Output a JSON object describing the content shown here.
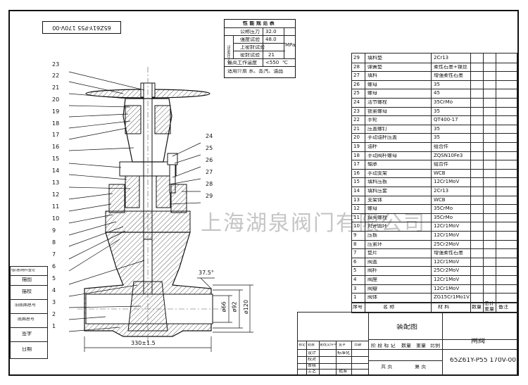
{
  "drawing_code_rotated": "65Z61Y-P55 170V-00",
  "perf_table": {
    "title": "性 能 规 范 表",
    "rows": [
      {
        "label": "公称压力",
        "value": "32.0"
      },
      {
        "label": "强度试验",
        "value": "48.0"
      },
      {
        "label": "上密封试验",
        "value": ""
      },
      {
        "label": "密封试验",
        "value": "21"
      },
      {
        "label": "最高工作温度",
        "value": "<550",
        "unit": "℃"
      }
    ],
    "group_label": "试验压力",
    "pressure_unit": "MPa",
    "media": "适用介质  水、蒸汽、油品"
  },
  "callouts_left": [
    "23",
    "22",
    "21",
    "20",
    "19",
    "18",
    "17",
    "16",
    "15",
    "14",
    "13",
    "12",
    "11",
    "10",
    "9",
    "8",
    "7",
    "6",
    "5",
    "4",
    "3",
    "2",
    "1"
  ],
  "callouts_right": [
    "24",
    "25",
    "26",
    "27",
    "28",
    "29"
  ],
  "dimensions": {
    "angle": "37.5°",
    "length": "330±1.5",
    "d1": "ø66",
    "d2": "ø92",
    "d3": "ø120"
  },
  "watermark": "上海湖泉阀门有限公司",
  "bom": [
    {
      "no": "29",
      "name": "填料垫",
      "material": "2Cr13"
    },
    {
      "no": "28",
      "name": "弹簧垫",
      "material": "柔性石墨+镍丝"
    },
    {
      "no": "27",
      "name": "填料",
      "material": "增强柔性石墨"
    },
    {
      "no": "26",
      "name": "螺母",
      "material": "35"
    },
    {
      "no": "25",
      "name": "螺母",
      "material": "45"
    },
    {
      "no": "24",
      "name": "活节螺栓",
      "material": "35CrMo"
    },
    {
      "no": "23",
      "name": "锁紧螺母",
      "material": "35"
    },
    {
      "no": "22",
      "name": "手轮",
      "material": "QT400-17"
    },
    {
      "no": "21",
      "name": "压盖螺钉",
      "material": "35"
    },
    {
      "no": "20",
      "name": "手动油杯压盖",
      "material": "35"
    },
    {
      "no": "19",
      "name": "油杯",
      "material": "组合件"
    },
    {
      "no": "18",
      "name": "手动阀杆螺母",
      "material": "ZQSN10Fe3"
    },
    {
      "no": "17",
      "name": "轴承",
      "material": "组合件"
    },
    {
      "no": "16",
      "name": "手动支架",
      "material": "WCB"
    },
    {
      "no": "15",
      "name": "填料压板",
      "material": "12Cr1MoV"
    },
    {
      "no": "14",
      "name": "填料压套",
      "material": "2Cr13"
    },
    {
      "no": "13",
      "name": "支架体",
      "material": "WCB"
    },
    {
      "no": "12",
      "name": "螺母",
      "material": "35CrMo"
    },
    {
      "no": "11",
      "name": "双头螺栓",
      "material": "35CrMo"
    },
    {
      "no": "10",
      "name": "对开圆环",
      "material": "12Cr1MoV"
    },
    {
      "no": "9",
      "name": "压板",
      "material": "12Cr1MoV"
    },
    {
      "no": "8",
      "name": "压紧环",
      "material": "25Cr2MoV"
    },
    {
      "no": "7",
      "name": "垫片",
      "material": "增强柔性石墨"
    },
    {
      "no": "6",
      "name": "阀盖",
      "material": "12Cr1MoV"
    },
    {
      "no": "5",
      "name": "阀杆",
      "material": "25Cr2MoV"
    },
    {
      "no": "4",
      "name": "阀座",
      "material": "12Cr1MoV"
    },
    {
      "no": "3",
      "name": "阀瓣",
      "material": "12Cr1MoV"
    },
    {
      "no": "1",
      "name": "阀体",
      "material": "ZG15Cr1Mo1V"
    }
  ],
  "bom_header": {
    "no": "序号",
    "name": "名    称",
    "material": "材    料",
    "qty": "数量",
    "total_weight": "总计",
    "weight": "重量",
    "remark": "备注"
  },
  "title_block": {
    "drawing_name": "装配图",
    "product_name": "闸阀",
    "drawing_no": "65Z61Y-P55 170V-00",
    "left_labels": [
      "标记",
      "处数",
      "更改文件号",
      "签字",
      "日期"
    ],
    "role_labels": [
      "设计",
      "校对",
      "审核",
      "工艺"
    ],
    "stage_labels": [
      "阶 段 标 记",
      "数量",
      "重量",
      "比例"
    ],
    "bottom_labels": [
      "共  页",
      "第  页"
    ],
    "standardization": "标准化",
    "approval": "批准"
  },
  "side_strip": [
    "借(通)用件登记",
    "描图",
    "描校",
    "旧底图总号",
    "底图总号",
    "签字",
    "日期"
  ]
}
